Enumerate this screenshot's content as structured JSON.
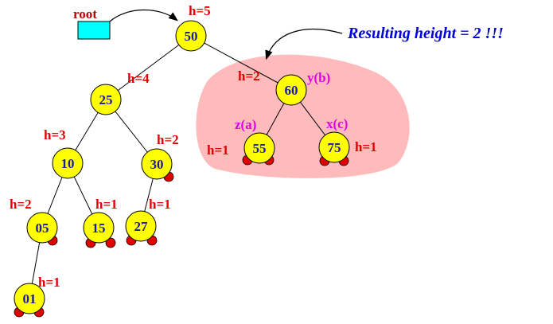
{
  "root_label": "root",
  "result_note": "Resulting height = 2 !!!",
  "nodes": {
    "n50": {
      "key": "50",
      "height": "h=5"
    },
    "n25": {
      "key": "25",
      "height": "h=4"
    },
    "n60": {
      "key": "60",
      "height": "h=2",
      "role": "y(b)"
    },
    "n10": {
      "key": "10",
      "height": "h=3"
    },
    "n30": {
      "key": "30",
      "height": "h=2"
    },
    "n55": {
      "key": "55",
      "height": "h=1",
      "role": "z(a)"
    },
    "n75": {
      "key": "75",
      "height": "h=1",
      "role": "x(c)"
    },
    "n05": {
      "key": "05",
      "height": "h=2"
    },
    "n15": {
      "key": "15",
      "height": "h=1"
    },
    "n27": {
      "key": "27",
      "height": "h=1"
    },
    "n01": {
      "key": "01",
      "height": "h=1"
    }
  },
  "colors": {
    "node_fill": "#ffff00",
    "node_text": "#1a1aa0",
    "height_label": "#e00000",
    "role_label": "#e000e0",
    "null_dot": "#e00000",
    "highlight_region": "#ffbbbb",
    "root_box": "#00ffff",
    "result_note": "#0000e0"
  }
}
